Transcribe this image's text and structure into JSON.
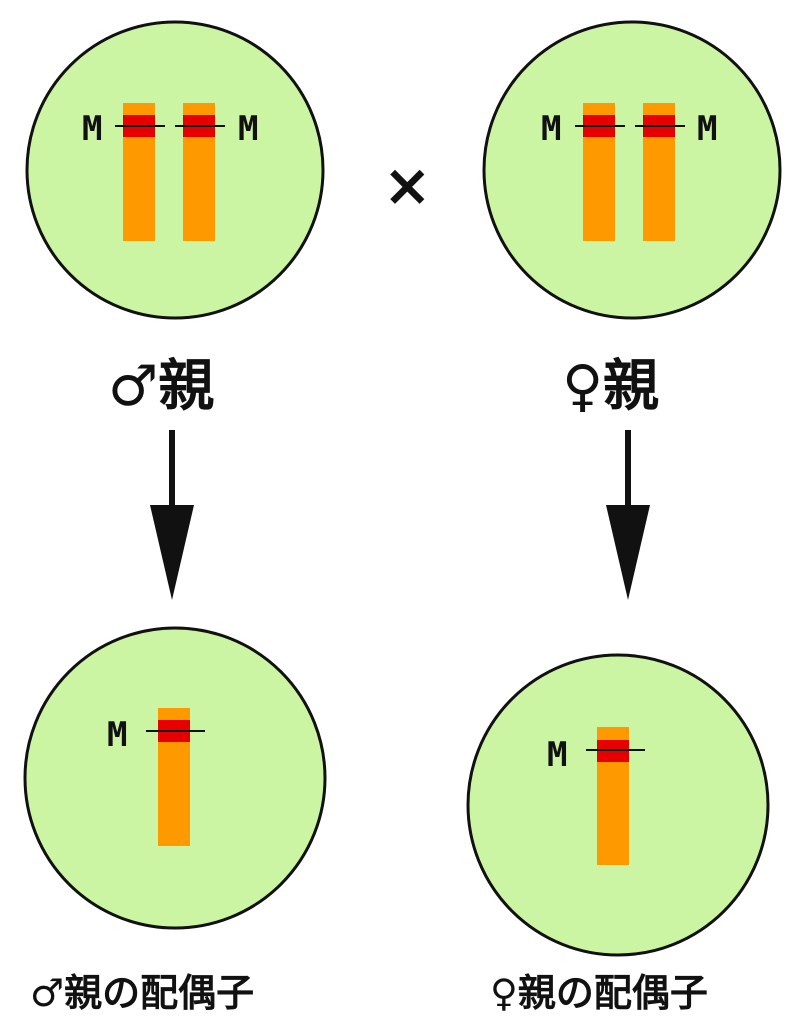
{
  "colors": {
    "cell_fill": "#ccf5a3",
    "cell_stroke": "#111111",
    "chromosome": "#ff9900",
    "band": "#e60000",
    "arrow": "#111111"
  },
  "cross_symbol": "×",
  "gene_label": "M",
  "male_parent": {
    "label": "♂親",
    "genes": [
      "M",
      "M"
    ]
  },
  "female_parent": {
    "label": "♀親",
    "genes": [
      "M",
      "M"
    ]
  },
  "male_gamete": {
    "label": "♂親の配偶子",
    "genes": [
      "M"
    ]
  },
  "female_gamete": {
    "label": "♀親の配偶子",
    "genes": [
      "M"
    ]
  }
}
